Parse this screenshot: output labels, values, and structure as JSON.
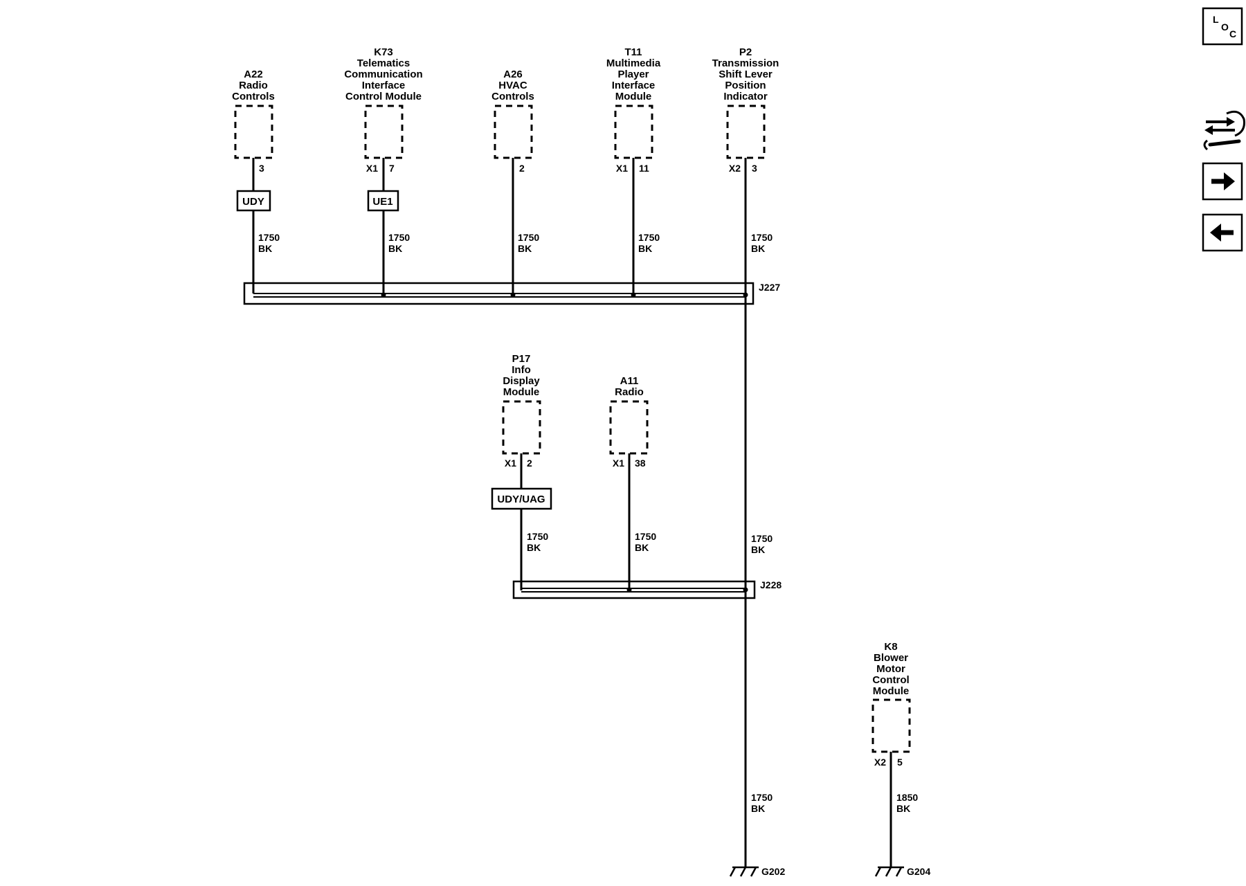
{
  "modules": [
    {
      "id": "A22",
      "name": [
        "Radio",
        "Controls"
      ],
      "connector": "",
      "pin": "3",
      "option": "UDY",
      "gauge": "1750",
      "color": "BK"
    },
    {
      "id": "K73",
      "name": [
        "Telematics",
        "Communication",
        "Interface",
        "Control Module"
      ],
      "connector": "X1",
      "pin": "7",
      "option": "UE1",
      "gauge": "1750",
      "color": "BK"
    },
    {
      "id": "A26",
      "name": [
        "HVAC",
        "Controls"
      ],
      "connector": "",
      "pin": "2",
      "option": "",
      "gauge": "1750",
      "color": "BK"
    },
    {
      "id": "T11",
      "name": [
        "Multimedia",
        "Player",
        "Interface",
        "Module"
      ],
      "connector": "X1",
      "pin": "11",
      "option": "",
      "gauge": "1750",
      "color": "BK"
    },
    {
      "id": "P2",
      "name": [
        "Transmission",
        "Shift Lever",
        "Position",
        "Indicator"
      ],
      "connector": "X2",
      "pin": "3",
      "option": "",
      "gauge": "1750",
      "color": "BK"
    },
    {
      "id": "P17",
      "name": [
        "Info",
        "Display",
        "Module"
      ],
      "connector": "X1",
      "pin": "2",
      "option": "UDY/UAG",
      "gauge": "1750",
      "color": "BK"
    },
    {
      "id": "A11",
      "name": [
        "Radio"
      ],
      "connector": "X1",
      "pin": "38",
      "option": "",
      "gauge": "1750",
      "color": "BK"
    },
    {
      "id": "K8",
      "name": [
        "Blower",
        "Motor",
        "Control",
        "Module"
      ],
      "connector": "X2",
      "pin": "5",
      "option": "",
      "gauge": "1850",
      "color": "BK"
    }
  ],
  "splices": [
    "J227",
    "J228"
  ],
  "main_wire": [
    {
      "gauge": "1750",
      "color": "BK"
    },
    {
      "gauge": "1750",
      "color": "BK"
    }
  ],
  "grounds": [
    "G202",
    "G204"
  ],
  "nav": {
    "loc_letters": [
      "L",
      "O",
      "C"
    ],
    "tools_icon": "arrows-wrench-icon",
    "next_icon": "arrow-right-icon",
    "prev_icon": "arrow-left-icon"
  }
}
